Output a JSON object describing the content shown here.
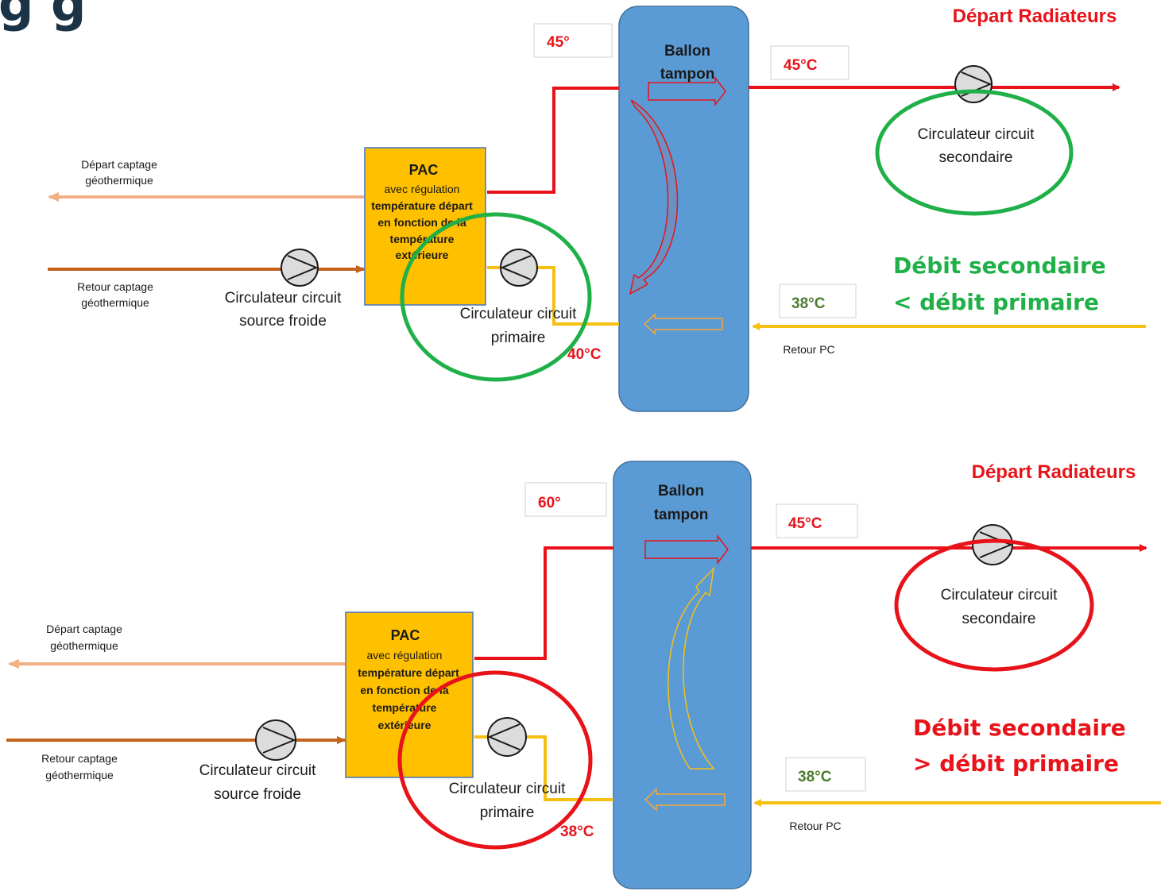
{
  "header_fragment": "g g",
  "colors": {
    "hot": "#e8131a",
    "return": "#f6c012",
    "source_out": "#f1b083",
    "source_in": "#c4631b",
    "pac": "#ffc000",
    "ballon": "#5b9bd5",
    "ok": "#1fb048",
    "bad": "#e8131a",
    "temp_green": "#4e7c2e"
  },
  "top": {
    "depart_radiateurs": "Départ Radiateurs",
    "ballon_line1": "Ballon",
    "ballon_line2": "tampon",
    "temp_pac_out": "45°",
    "temp_secondary_out": "45°C",
    "temp_return": "38°C",
    "temp_primary_return": "40°C",
    "retour_pc": "Retour PC",
    "depart_captage_1": "Départ captage",
    "depart_captage_2": "géothermique",
    "retour_captage_1": "Retour captage",
    "retour_captage_2": "géothermique",
    "pac_title": "PAC",
    "pac_line1": "avec régulation",
    "pac_line2": "température départ",
    "pac_line3": "en fonction de la",
    "pac_line4": "température",
    "pac_line5": "extérieure",
    "circ_source_1": "Circulateur circuit",
    "circ_source_2": "source froide",
    "circ_primaire_1": "Circulateur circuit",
    "circ_primaire_2": "primaire",
    "circ_secondaire_1": "Circulateur circuit",
    "circ_secondaire_2": "secondaire",
    "debit_1": "Débit secondaire",
    "debit_2": "< débit primaire"
  },
  "bottom": {
    "depart_radiateurs": "Départ Radiateurs",
    "ballon_line1": "Ballon",
    "ballon_line2": "tampon",
    "temp_pac_out": "60°",
    "temp_secondary_out": "45°C",
    "temp_return": "38°C",
    "temp_primary_return": "38°C",
    "retour_pc": "Retour PC",
    "depart_captage_1": "Départ captage",
    "depart_captage_2": "géothermique",
    "retour_captage_1": "Retour captage",
    "retour_captage_2": "géothermique",
    "pac_title": "PAC",
    "pac_line1": "avec régulation",
    "pac_line2": "température départ",
    "pac_line3": "en fonction de la",
    "pac_line4": "température",
    "pac_line5": "extérieure",
    "circ_source_1": "Circulateur circuit",
    "circ_source_2": "source froide",
    "circ_primaire_1": "Circulateur circuit",
    "circ_primaire_2": "primaire",
    "circ_secondaire_1": "Circulateur circuit",
    "circ_secondaire_2": "secondaire",
    "debit_1": "Débit secondaire",
    "debit_2": "> débit primaire"
  }
}
